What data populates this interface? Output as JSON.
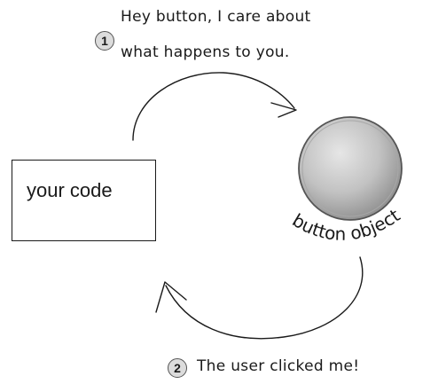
{
  "steps": [
    {
      "number": "1",
      "text_line1": "Hey button, I care about",
      "text_line2": "what happens to you."
    },
    {
      "number": "2",
      "text": "The user clicked me!"
    }
  ],
  "code_box": {
    "label": "your code"
  },
  "button_object": {
    "label": "button object"
  },
  "colors": {
    "ink": "#1a1a1a",
    "sphere_light": "#d4d4d4",
    "sphere_dark": "#8c8c8c",
    "badge_fill": "#dcdcdc"
  }
}
